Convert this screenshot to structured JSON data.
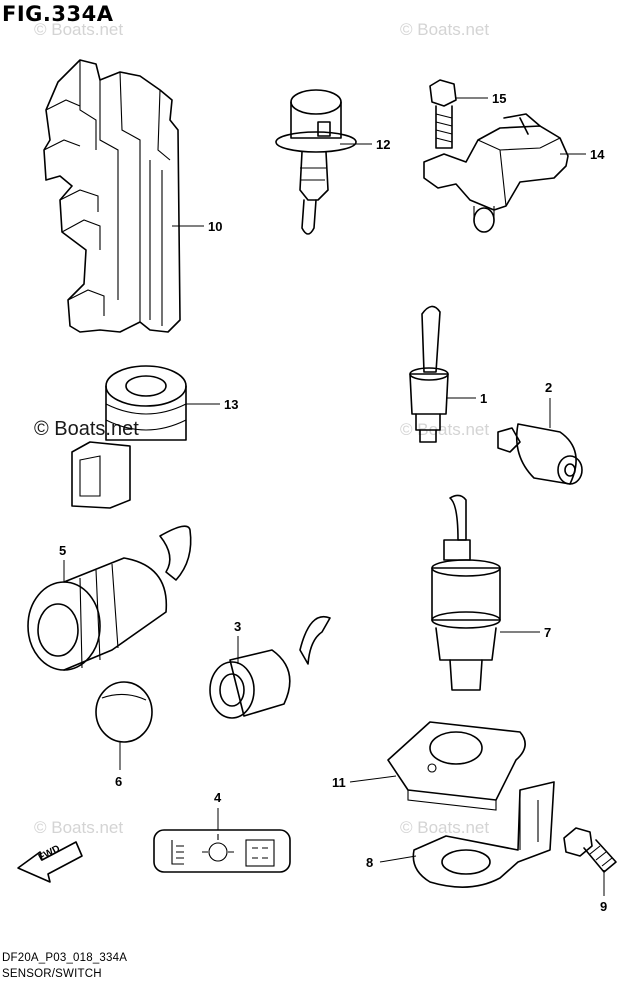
{
  "figure": {
    "title": "FIG.334A",
    "code": "DF20A_P03_018_334A",
    "caption": "SENSOR/SWITCH"
  },
  "watermark": {
    "text": "© Boats.net"
  },
  "direction_marker": {
    "label": "FWD"
  },
  "callouts": [
    {
      "num": "1"
    },
    {
      "num": "2"
    },
    {
      "num": "3"
    },
    {
      "num": "4"
    },
    {
      "num": "5"
    },
    {
      "num": "6"
    },
    {
      "num": "7"
    },
    {
      "num": "8"
    },
    {
      "num": "9"
    },
    {
      "num": "10"
    },
    {
      "num": "11"
    },
    {
      "num": "12"
    },
    {
      "num": "13"
    },
    {
      "num": "14"
    },
    {
      "num": "15"
    }
  ]
}
